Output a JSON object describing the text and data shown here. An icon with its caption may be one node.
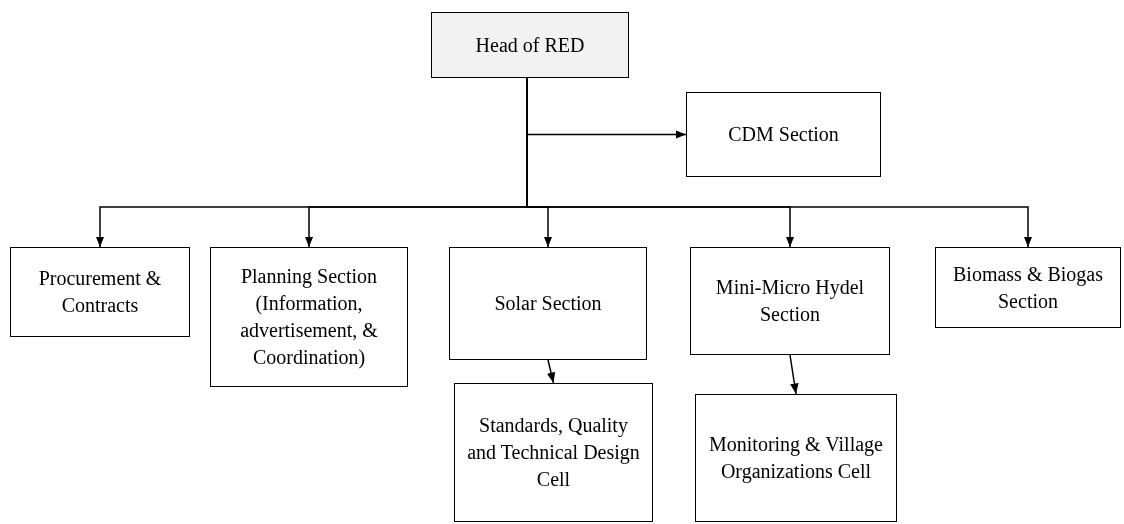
{
  "diagram": {
    "nodes": [
      {
        "text": [
          "Head of RED"
        ]
      },
      {
        "text": [
          "CDM Section"
        ]
      },
      {
        "text": [
          "Procurement & Contracts"
        ]
      },
      {
        "text": [
          "Planning Section (Information, advertisement, & Coordination)"
        ]
      },
      {
        "text": [
          "Solar Section"
        ]
      },
      {
        "text": [
          "Mini-Micro Hydel Section"
        ]
      },
      {
        "text": [
          "Biomass & Biogas Section"
        ]
      },
      {
        "text": [
          "Standards, Quality and Technical Design Cell"
        ]
      },
      {
        "text": [
          "Monitoring & Village Organizations Cell"
        ]
      }
    ],
    "edges": [
      {
        "from": 0,
        "to": 1,
        "arrow": "to"
      },
      {
        "from": 0,
        "to": 2,
        "arrow": "to"
      },
      {
        "from": 0,
        "to": 3,
        "arrow": "to"
      },
      {
        "from": 0,
        "to": 4,
        "arrow": "to"
      },
      {
        "from": 0,
        "to": 5,
        "arrow": "to"
      },
      {
        "from": 0,
        "to": 6,
        "arrow": "to"
      },
      {
        "from": 4,
        "to": 7,
        "arrow": "to"
      },
      {
        "from": 5,
        "to": 8,
        "arrow": "to"
      }
    ]
  }
}
